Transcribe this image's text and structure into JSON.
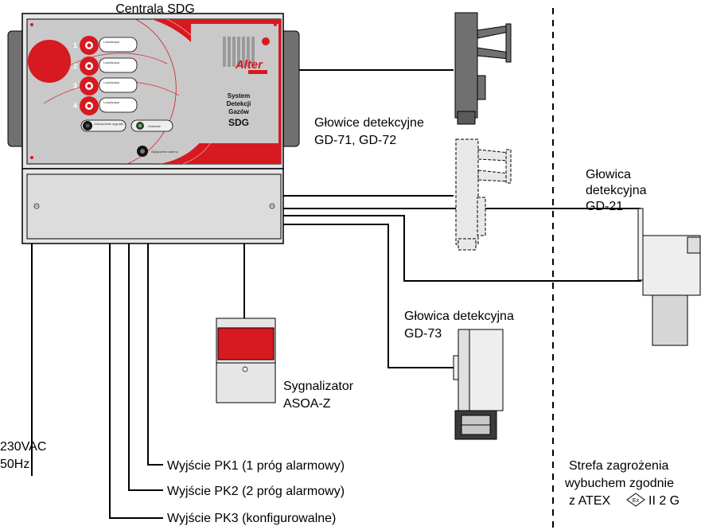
{
  "title": "Centrala SDG",
  "panel": {
    "zone_label": "Lokalizacja",
    "zone_numbers": [
      "1",
      "2",
      "3",
      "4"
    ],
    "btn_silence": "Zatrzymanie sygnału",
    "led_power": "Zasilanie",
    "btn_reset": "Wyłączenie alarmu",
    "brand": "Alter",
    "system_lines": [
      "System",
      "Detekcji",
      "Gazów"
    ],
    "system_name": "SDG"
  },
  "labels": {
    "heads_gd71_line1": "Głowice detekcyjne",
    "heads_gd71_line2": "GD-71, GD-72",
    "head_gd21_line1": "Głowica",
    "head_gd21_line2": "detekcyjna",
    "head_gd21_line3": "GD-21",
    "head_gd73_line1": "Głowica detekcyjna",
    "head_gd73_line2": "GD-73",
    "signal_line1": "Sygnalizator",
    "signal_line2": "ASOA-Z",
    "power_line1": "230VAC",
    "power_line2": "50Hz",
    "out_pk1": "Wyjście PK1 (1 próg alarmowy)",
    "out_pk2": "Wyjście PK2 (2 próg alarmowy)",
    "out_pk3": "Wyjście PK3 (konfigurowalne)",
    "zone_line1": "Strefa zagrożenia",
    "zone_line2": "wybuchem zgodnie",
    "zone_line3_prefix": "z ATEX",
    "atex_symbol": "Ex",
    "zone_line3_suffix": "II 2 G"
  },
  "colors": {
    "red": "#d71920",
    "panel_grey": "#c8c8c8",
    "dark_grey": "#6e6e6e"
  }
}
